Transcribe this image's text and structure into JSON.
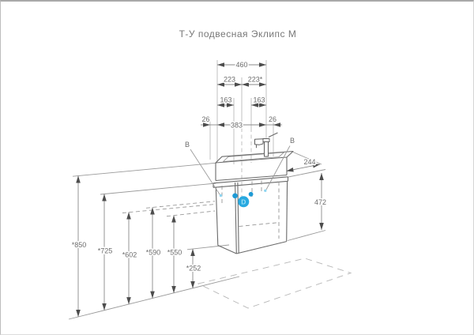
{
  "title": "Т-У подвесная Эклипс М",
  "dims": {
    "width_total": "460",
    "width_left": "223",
    "width_right": "223*",
    "offset_left": "163",
    "offset_right": "163",
    "edge_left": "26",
    "span_inner": "383",
    "edge_right": "26",
    "depth": "244",
    "cabinet_height": "472",
    "mount_heights": {
      "h850": "*850",
      "h725": "*725",
      "h602": "*602",
      "h590": "*590",
      "h550": "*550",
      "h252": "*252"
    }
  },
  "callouts": {
    "left_label": "B",
    "right_label": "B",
    "marker_letter": "D"
  },
  "colors": {
    "accent": "#28a9e0",
    "accent_dark": "#1e9ad5",
    "accent_light": "#8fd4f0",
    "marker_letter_fill": "#9edff5"
  }
}
